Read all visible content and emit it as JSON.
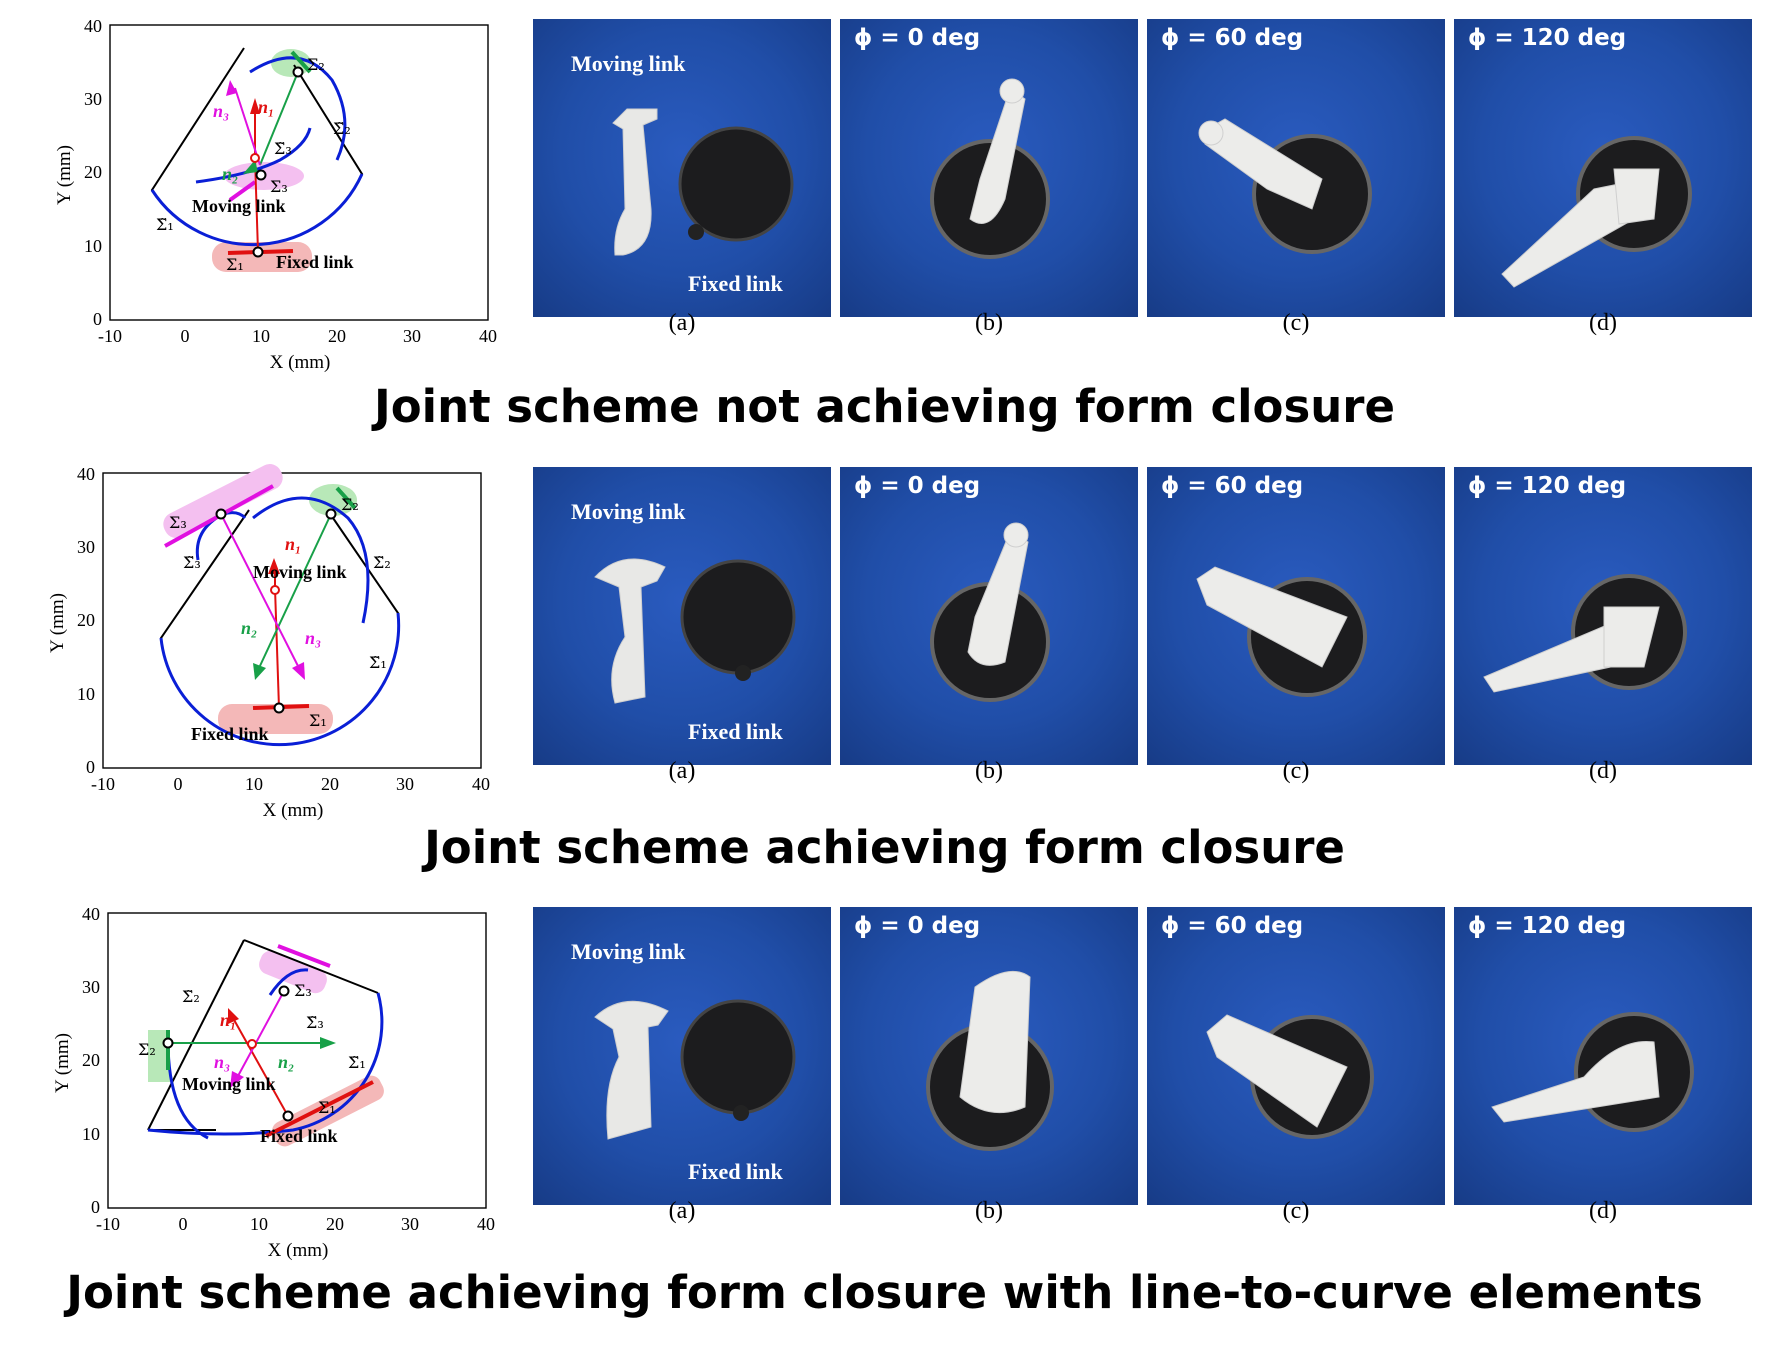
{
  "rows": [
    {
      "title": "Joint scheme not achieving form closure",
      "plot": {
        "xlabel": "X (mm)",
        "ylabel": "Y (mm)",
        "xticks": [
          "-10",
          "0",
          "10",
          "20",
          "30",
          "40"
        ],
        "yticks": [
          "0",
          "10",
          "20",
          "30",
          "40"
        ],
        "moving_label": "Moving link",
        "fixed_label": "Fixed link",
        "sigma1": "Σ₁",
        "sigma2": "Σ₂",
        "sigma3": "Σ₃",
        "sigma1t": "Σ̃₁",
        "sigma2t": "Σ̃₂",
        "sigma3t": "Σ̃₃",
        "n1": "n₁",
        "n2": "n₂",
        "n3": "n₃"
      },
      "panels": [
        {
          "caption": "(a)",
          "moving": "Moving link",
          "fixed": "Fixed link"
        },
        {
          "caption": "(b)",
          "phi": "ϕ = 0 deg"
        },
        {
          "caption": "(c)",
          "phi": "ϕ = 60 deg"
        },
        {
          "caption": "(d)",
          "phi": "ϕ = 120 deg"
        }
      ]
    },
    {
      "title": "Joint scheme achieving form closure",
      "plot": {
        "xlabel": "X (mm)",
        "ylabel": "Y (mm)",
        "xticks": [
          "-10",
          "0",
          "10",
          "20",
          "30",
          "40"
        ],
        "yticks": [
          "0",
          "10",
          "20",
          "30",
          "40"
        ],
        "moving_label": "Moving link",
        "fixed_label": "Fixed link",
        "sigma1": "Σ₁",
        "sigma2": "Σ₂",
        "sigma3": "Σ₃",
        "sigma1t": "Σ̃₁",
        "sigma2t": "Σ̃₂",
        "sigma3t": "Σ̃₃",
        "n1": "n₁",
        "n2": "n₂",
        "n3": "n₃"
      },
      "panels": [
        {
          "caption": "(a)",
          "moving": "Moving link",
          "fixed": "Fixed link"
        },
        {
          "caption": "(b)",
          "phi": "ϕ = 0 deg"
        },
        {
          "caption": "(c)",
          "phi": "ϕ = 60 deg"
        },
        {
          "caption": "(d)",
          "phi": "ϕ = 120 deg"
        }
      ]
    },
    {
      "title": "Joint scheme achieving form closure with line-to-curve elements",
      "plot": {
        "xlabel": "X (mm)",
        "ylabel": "Y (mm)",
        "xticks": [
          "-10",
          "0",
          "10",
          "20",
          "30",
          "40"
        ],
        "yticks": [
          "0",
          "10",
          "20",
          "30",
          "40"
        ],
        "moving_label": "Moving link",
        "fixed_label": "Fixed link",
        "sigma1": "Σ₁",
        "sigma2": "Σ₂",
        "sigma3": "Σ₃",
        "sigma1t": "Σ̃₁",
        "sigma2t": "Σ̃₂",
        "sigma3t": "Σ̃₃",
        "n1": "n₁",
        "n2": "n₂",
        "n3": "n₃"
      },
      "panels": [
        {
          "caption": "(a)",
          "moving": "Moving link",
          "fixed": "Fixed link"
        },
        {
          "caption": "(b)",
          "phi": "ϕ = 0 deg"
        },
        {
          "caption": "(c)",
          "phi": "ϕ = 60 deg"
        },
        {
          "caption": "(d)",
          "phi": "ϕ = 120 deg"
        }
      ]
    }
  ],
  "colors": {
    "curve": "#0a1fd6",
    "normal1": "#e01010",
    "normal2": "#18a048",
    "normal3": "#e010e0",
    "highlight_red": "#f4b8b8",
    "highlight_green": "#b8e8b8",
    "highlight_magenta": "#f4c0f0"
  }
}
